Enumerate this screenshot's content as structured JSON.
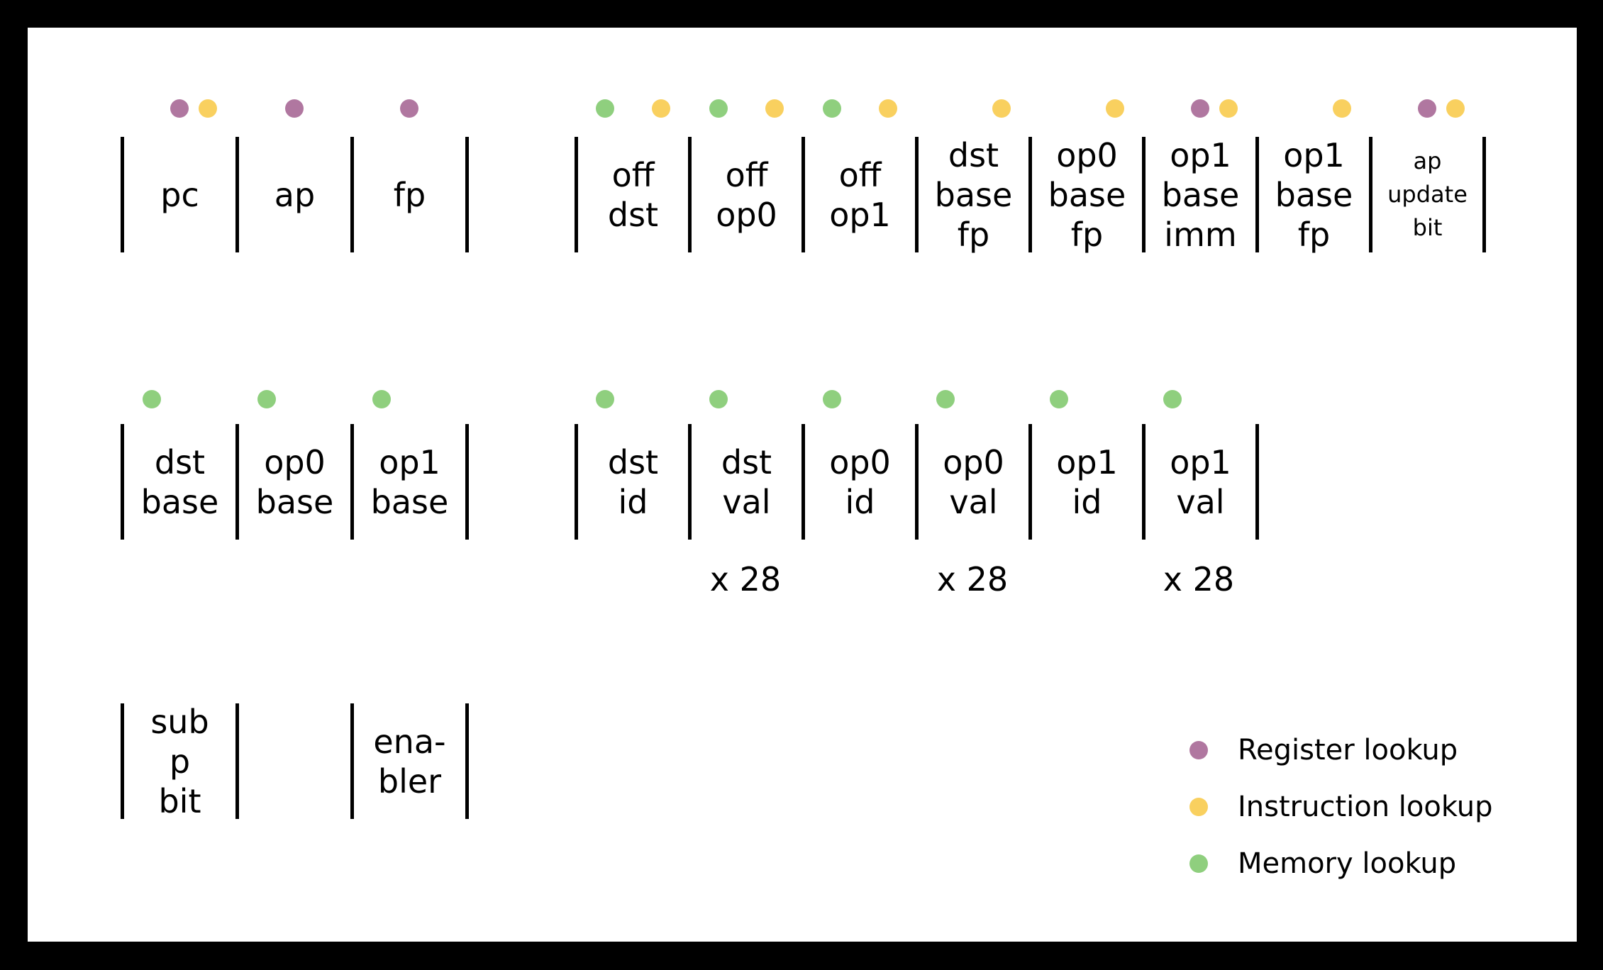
{
  "palette": {
    "register": "#B077A0",
    "instruction": "#F9D05F",
    "memory": "#8FCF7E"
  },
  "row1": {
    "left": [
      {
        "label": "pc"
      },
      {
        "label": "ap"
      },
      {
        "label": "fp"
      }
    ],
    "right": [
      {
        "label": "off\ndst"
      },
      {
        "label": "off\nop0"
      },
      {
        "label": "off\nop1"
      },
      {
        "label": "dst\nbase\nfp"
      },
      {
        "label": "op0\nbase\nfp"
      },
      {
        "label": "op1\nbase\nimm"
      },
      {
        "label": "op1\nbase\nfp"
      },
      {
        "label": "ap\nupdate\nbit"
      }
    ]
  },
  "row2": {
    "left": [
      {
        "label": "dst\nbase"
      },
      {
        "label": "op0\nbase"
      },
      {
        "label": "op1\nbase"
      }
    ],
    "right": [
      {
        "label": "dst\nid"
      },
      {
        "label": "dst\nval"
      },
      {
        "label": "op0\nid"
      },
      {
        "label": "op0\nval"
      },
      {
        "label": "op1\nid"
      },
      {
        "label": "op1\nval"
      }
    ],
    "multiplier": "x 28"
  },
  "row3": {
    "left": [
      {
        "label": "sub\np\nbit"
      },
      {
        "label": ""
      },
      {
        "label": "ena-\nbler"
      }
    ]
  },
  "legend": [
    {
      "label": "Register lookup",
      "color": "#B077A0"
    },
    {
      "label": "Instruction lookup",
      "color": "#F9D05F"
    },
    {
      "label": "Memory lookup",
      "color": "#8FCF7E"
    }
  ]
}
